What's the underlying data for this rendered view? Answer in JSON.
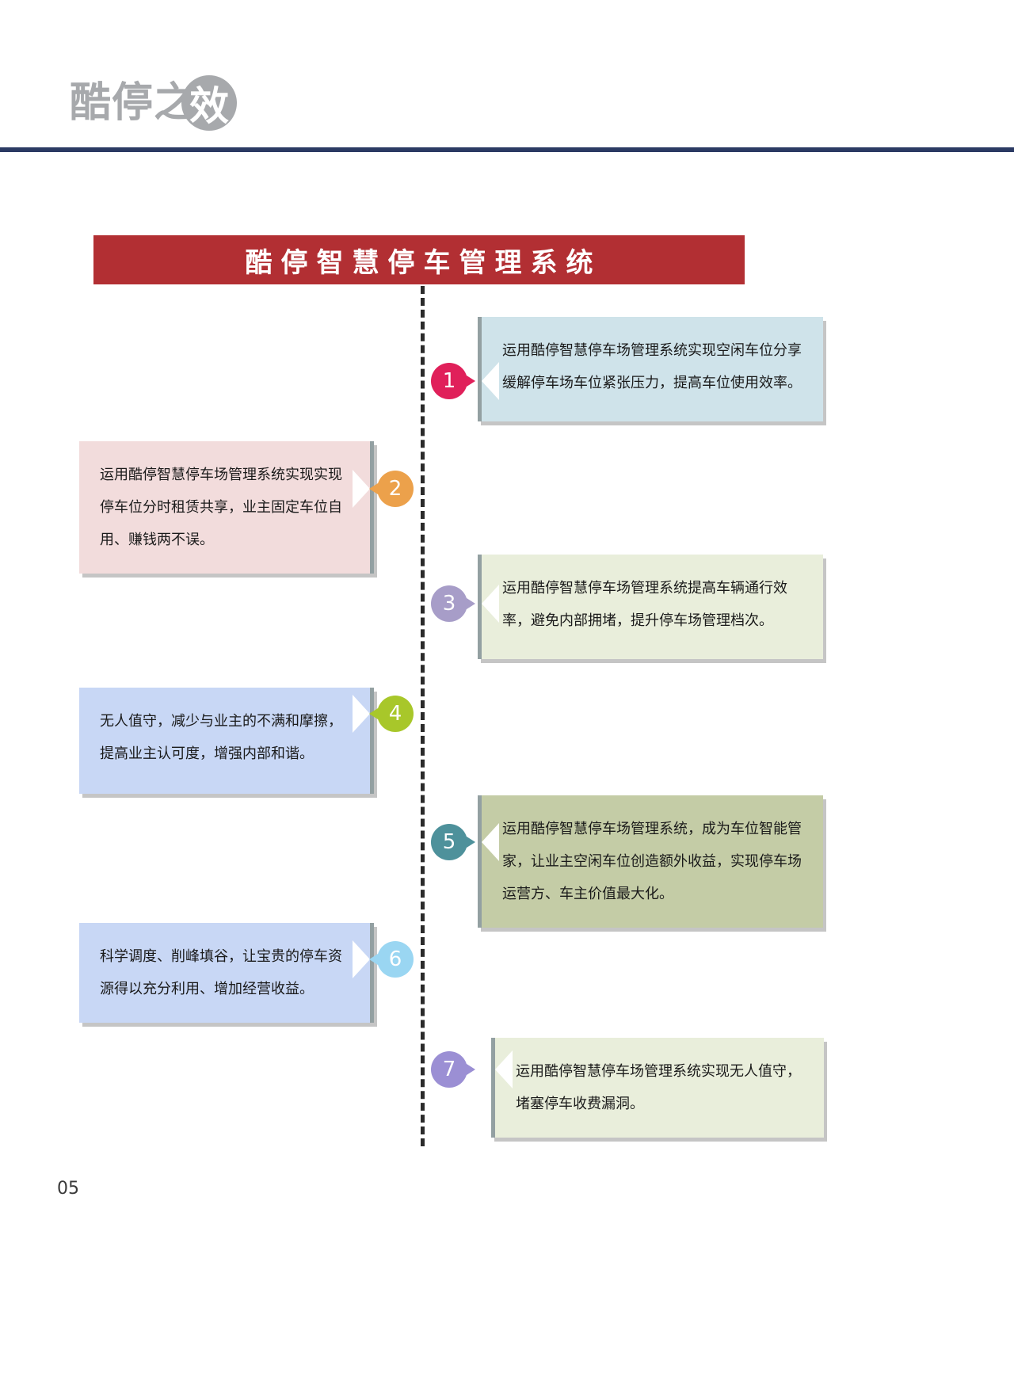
{
  "header": {
    "logo_text": "酷停之",
    "logo_badge_char": "效",
    "rule_color": "#2b3a63"
  },
  "banner": {
    "title": "酷停智慧停车管理系统",
    "background": "#b22f33",
    "text_color": "#ffffff"
  },
  "timeline": {
    "line_style": "dashed",
    "line_color": "#2b2b2b",
    "items": [
      {
        "number": "1",
        "side": "right",
        "circle_color": "#e0205a",
        "box_color": "#cfe3ea",
        "text": "运用酷停智慧停车场管理系统实现空闲车位分享缓解停车场车位紧张压力，提高车位使用效率。"
      },
      {
        "number": "2",
        "side": "left",
        "circle_color": "#eca14b",
        "box_color": "#f2dcdc",
        "text": "运用酷停智慧停车场管理系统实现实现停车位分时租赁共享，业主固定车位自用、赚钱两不误。"
      },
      {
        "number": "3",
        "side": "right",
        "circle_color": "#a79dc8",
        "box_color": "#e9eedb",
        "text": "运用酷停智慧停车场管理系统提高车辆通行效率，避免内部拥堵，提升停车场管理档次。"
      },
      {
        "number": "4",
        "side": "left",
        "circle_color": "#a8c72a",
        "box_color": "#c8d7f5",
        "text": "无人值守，减少与业主的不满和摩擦，提高业主认可度，增强内部和谐。"
      },
      {
        "number": "5",
        "side": "right",
        "circle_color": "#4e919b",
        "box_color": "#c4cca6",
        "text": "运用酷停智慧停车场管理系统，成为车位智能管家，让业主空闲车位创造额外收益，实现停车场运营方、车主价值最大化。"
      },
      {
        "number": "6",
        "side": "left",
        "circle_color": "#9ad6f2",
        "box_color": "#c8d7f5",
        "text": "科学调度、削峰填谷，让宝贵的停车资源得以充分利用、增加经营收益。"
      },
      {
        "number": "7",
        "side": "right",
        "circle_color": "#9b8fd4",
        "box_color": "#e9eedb",
        "text": "运用酷停智慧停车场管理系统实现无人值守，堵塞停车收费漏洞。"
      }
    ]
  },
  "footer": {
    "page_number": "05"
  }
}
